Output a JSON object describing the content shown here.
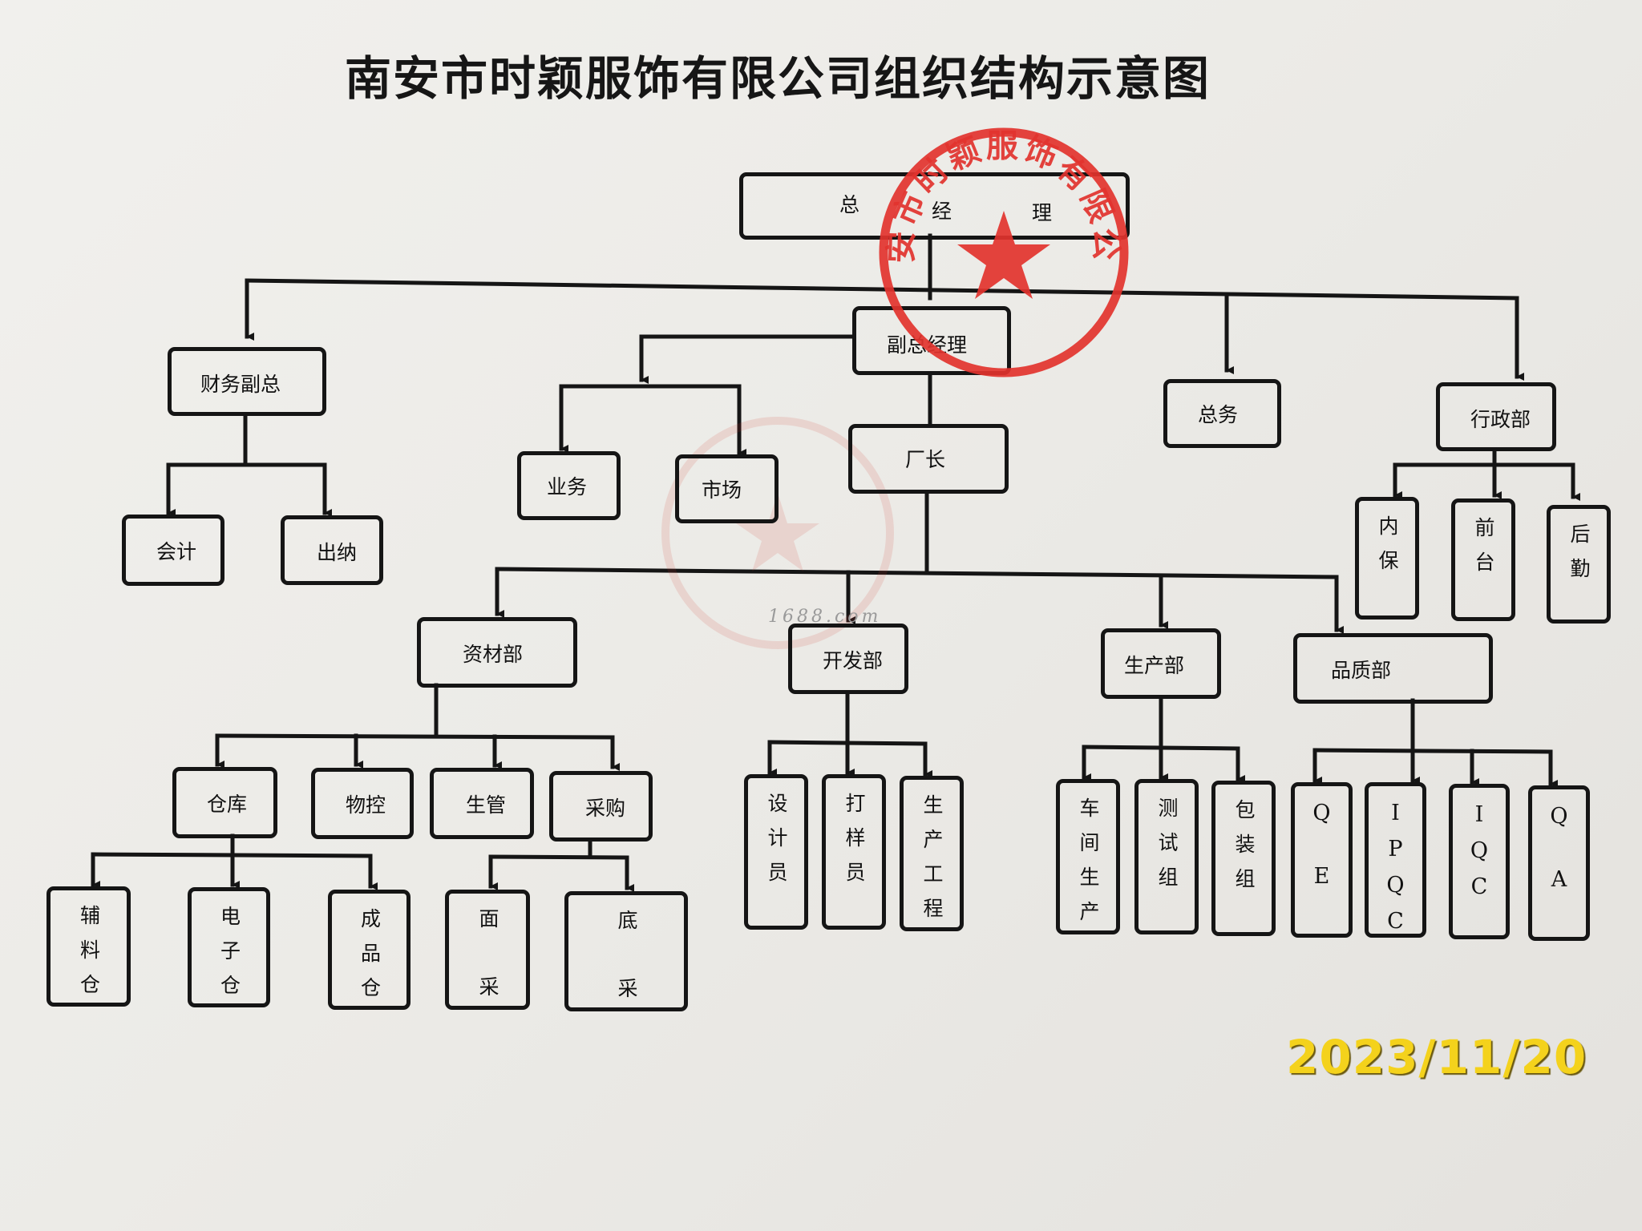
{
  "title": "南安市时颖服饰有限公司组织结构示意图",
  "stamp_text": "南安市时颖服饰有限公司",
  "watermark": "1688.com",
  "date_stamp": "2023/11/20",
  "nodes": {
    "general_manager": [
      "总",
      "经",
      "理"
    ],
    "vp_finance": "财务副总",
    "accounting": "会计",
    "cashier": "出纳",
    "deputy_gm": "副总经理",
    "sales": "业务",
    "market": "市场",
    "factory_director": "厂长",
    "general_affairs": "总务",
    "admin_dept": "行政部",
    "security": "内保",
    "front_desk": "前台",
    "logistics": "后勤",
    "materials_dept": "资材部",
    "development_dept": "开发部",
    "production_dept": "生产部",
    "quality_dept": "品质部",
    "warehouse": "仓库",
    "material_control": "物控",
    "production_control": "生管",
    "purchasing": "采购",
    "accessory_warehouse": "辅料仓",
    "electronic_warehouse": "电子仓",
    "finished_warehouse": "成品仓",
    "upper_purchasing": "面采",
    "sole_purchasing": "底采",
    "designer": "设计员",
    "sample_maker": "打样员",
    "production_engineering": "生产工程",
    "workshop_production": "车间生产",
    "testing_team": "测试组",
    "packing_team": "包装组",
    "qe": "QE",
    "ipqc": "IPQC",
    "iqc": "IQC",
    "qa": "QA"
  },
  "colors": {
    "stamp": "#e2332e",
    "date": "#f4d21c",
    "line": "#151515"
  }
}
